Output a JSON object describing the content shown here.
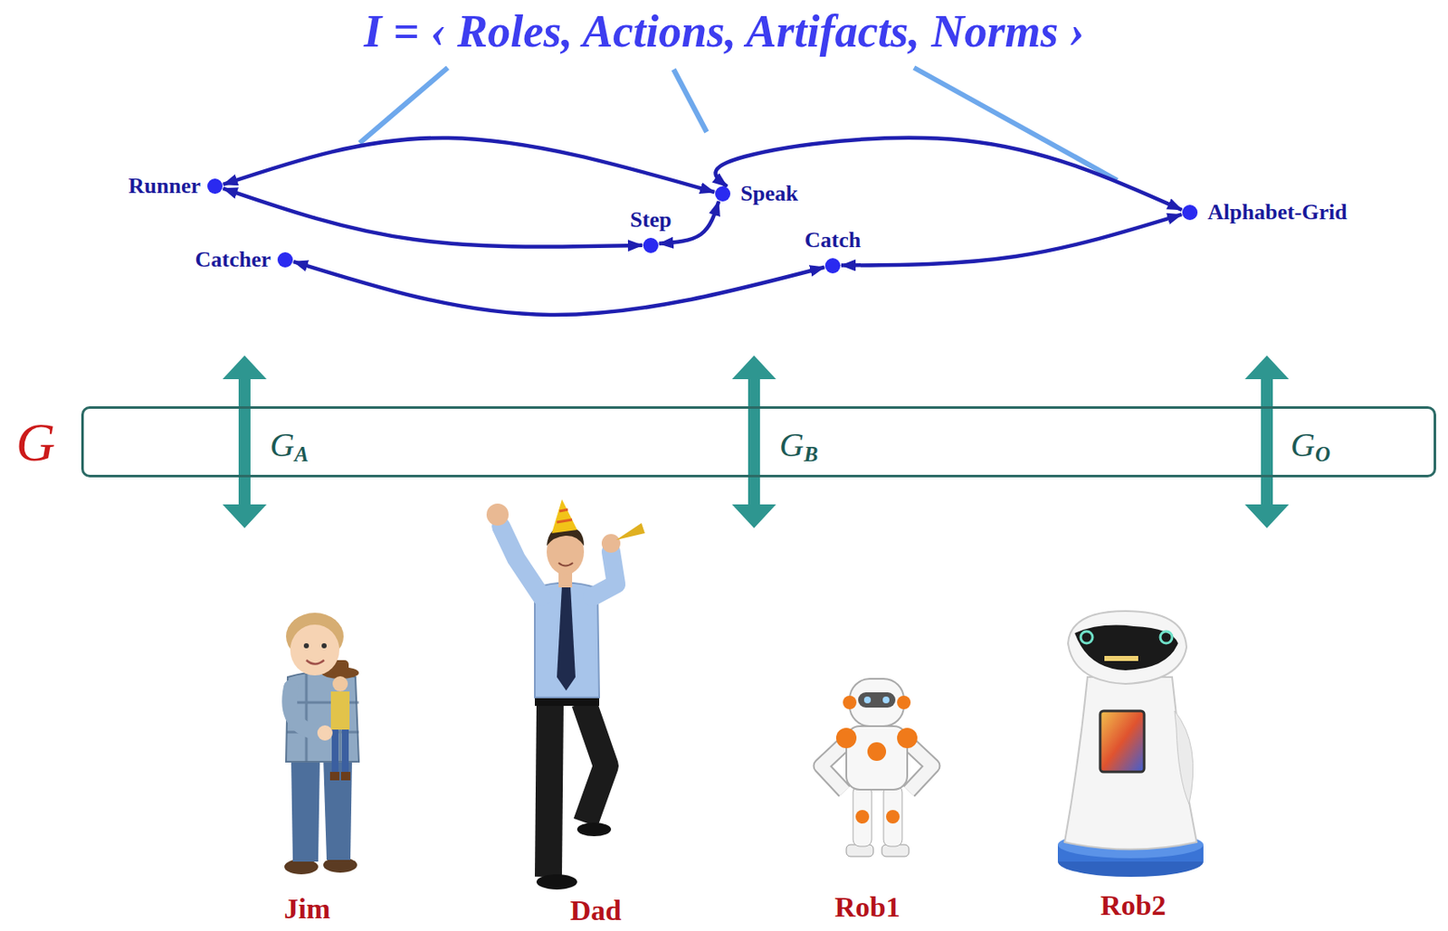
{
  "diagram": {
    "title": "I = ‹ Roles, Actions, Artifacts, Norms ›",
    "nodes": [
      {
        "text": []
      },
      {
        "text": [
          "Runner"
        ],
        "in": 0
      },
      {
        "text": [
          "Catcher"
        ],
        "in": 0
      },
      {
        "text": []
      },
      {
        "text": [
          "Step"
        ],
        "in": 3
      },
      {
        "text": [
          "Speak"
        ],
        "in": 3
      },
      {
        "text": [
          "Catch"
        ],
        "in": 3
      },
      {
        "text": []
      },
      {
        "text": [
          "Alphabet-Grid"
        ],
        "in": 7
      },
      {
        "text": [
          "G",
          "GA",
          "GB",
          "GO"
        ]
      }
    ],
    "edges": [
      {
        "from": 1,
        "to": 5,
        "arrow": "both"
      },
      {
        "from": 1,
        "to": 4,
        "arrow": "both"
      },
      {
        "from": 4,
        "to": 5,
        "arrow": "both"
      },
      {
        "from": 5,
        "to": 8,
        "arrow": "both"
      },
      {
        "from": 6,
        "to": 8,
        "arrow": "both"
      },
      {
        "from": 2,
        "to": 6,
        "arrow": "both"
      }
    ],
    "labels": [
      "Jim",
      "Dad",
      "Rob1",
      "Rob2"
    ]
  }
}
